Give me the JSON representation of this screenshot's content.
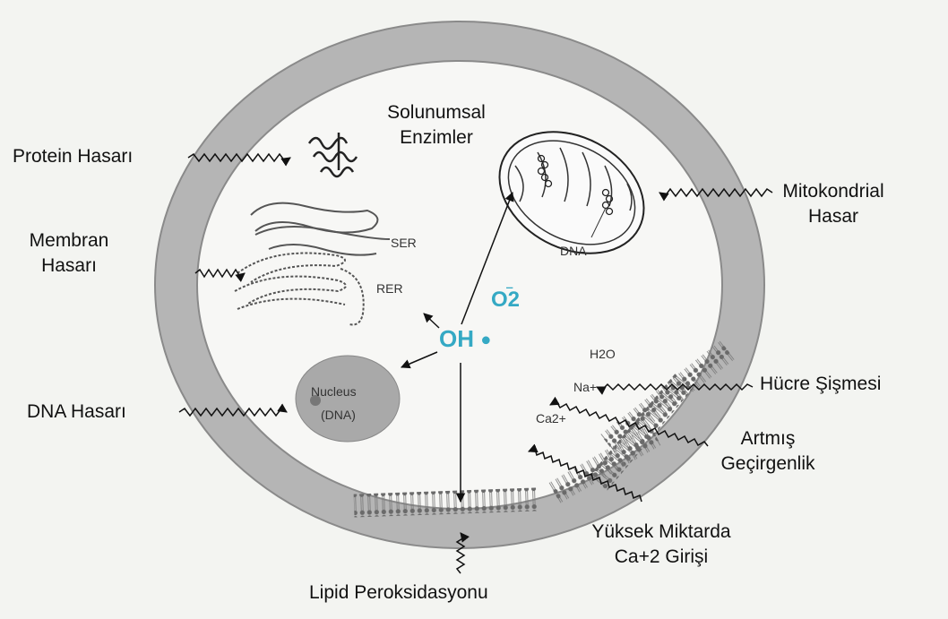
{
  "labels": {
    "protein_damage": "Protein Hasarı",
    "respiratory_enzymes_1": "Solunumsal",
    "respiratory_enzymes_2": "Enzimler",
    "mito_damage_1": "Mitokondrial",
    "mito_damage_2": "Hasar",
    "membrane_damage_1": "Membran",
    "membrane_damage_2": "Hasarı",
    "dna_damage": "DNA Hasarı",
    "cell_swelling": "Hücre Şişmesi",
    "increased_perm_1": "Artmış",
    "increased_perm_2": "Geçirgenlik",
    "high_calcium_1": "Yüksek Miktarda",
    "high_calcium_2": "Ca+2 Girişi",
    "lipid_perox": "Lipid Peroksidasyonu"
  },
  "organelles": {
    "ser": "SER",
    "rer": "RER",
    "nucleus_1": "Nucleus",
    "nucleus_2": "(DNA)",
    "mito_dna": "DNA"
  },
  "ions": {
    "water": "H2O",
    "sodium": "Na+",
    "calcium": "Ca2+"
  },
  "radicals": {
    "hydroxyl": "OH",
    "superoxide": "O2"
  },
  "colors": {
    "membrane_ring": "#b5b5b5",
    "nucleus": "#a9a9a9",
    "radical_text": "#35a9c4",
    "background": "#f3f4f1"
  }
}
